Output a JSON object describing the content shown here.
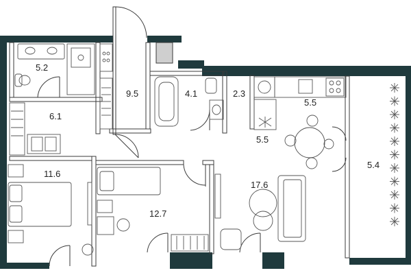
{
  "plan": {
    "colors": {
      "wall": "#1f3a3d",
      "line": "#3a3a3a",
      "background": "#ffffff"
    },
    "rooms": [
      {
        "id": "bathroom-1",
        "label": "5.2"
      },
      {
        "id": "hallway",
        "label": "9.5"
      },
      {
        "id": "bathroom-2",
        "label": "4.1"
      },
      {
        "id": "laundry",
        "label": "2.3"
      },
      {
        "id": "kitchen",
        "label": "5.5"
      },
      {
        "id": "dressing",
        "label": "6.1"
      },
      {
        "id": "kitchen-nook",
        "label": "5.5"
      },
      {
        "id": "balcony",
        "label": "5.4"
      },
      {
        "id": "bedroom-1",
        "label": "11.6"
      },
      {
        "id": "living-room",
        "label": "17.6"
      },
      {
        "id": "bedroom-2",
        "label": "12.7"
      }
    ]
  }
}
